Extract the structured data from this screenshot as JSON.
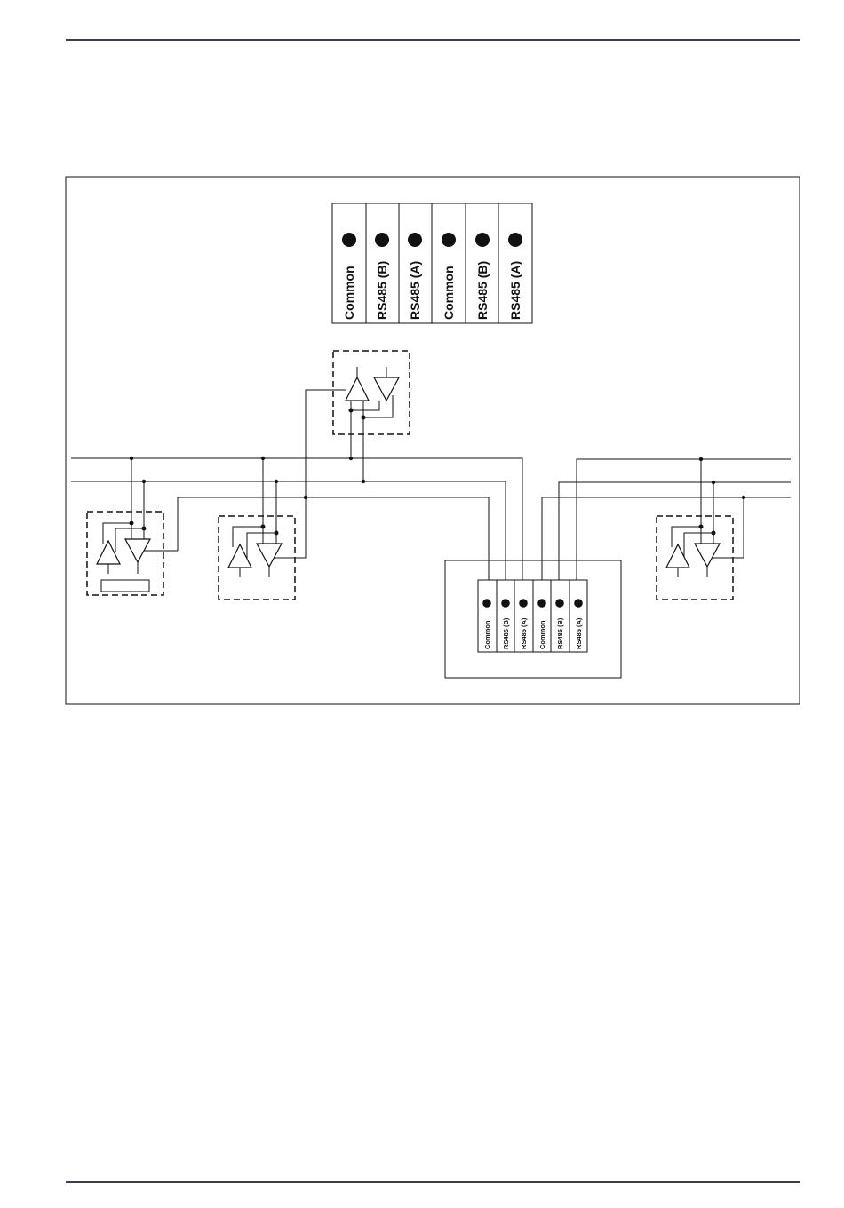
{
  "terminal_block_large": {
    "labels": [
      "Common",
      "RS485 (B)",
      "RS485 (A)",
      "Common",
      "RS485 (B)",
      "RS485 (A)"
    ]
  },
  "terminal_block_small": {
    "labels": [
      "Common",
      "RS485 (B)",
      "RS485 (A)",
      "Common",
      "RS485 (B)",
      "RS485 (A)"
    ]
  },
  "colors": {
    "line": "#111111",
    "rule": "#3a3f4a"
  }
}
